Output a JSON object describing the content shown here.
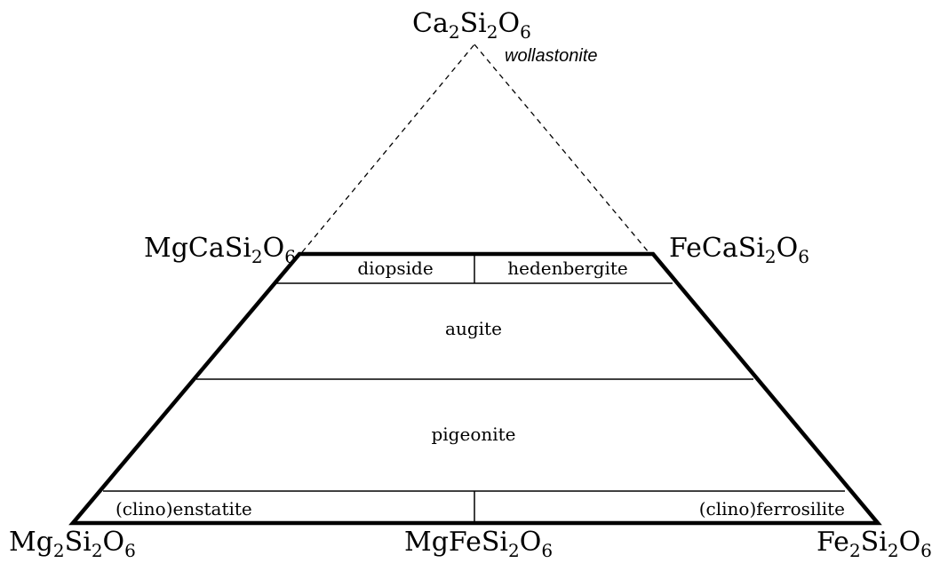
{
  "vertices": {
    "top": {
      "main": "Ca",
      "s1": "2",
      "mid": "Si",
      "s2": "2",
      "end": "O",
      "s3": "6"
    },
    "upper_left": {
      "main": "MgCaSi",
      "s1": "2",
      "end": "O",
      "s2": "6"
    },
    "upper_right": {
      "main": "FeCaSi",
      "s1": "2",
      "end": "O",
      "s2": "6"
    },
    "bottom_left": {
      "main": "Mg",
      "s1": "2",
      "mid": "Si",
      "s2": "2",
      "end": "O",
      "s3": "6"
    },
    "bottom_mid": {
      "main": "MgFeSi",
      "s1": "2",
      "end": "O",
      "s2": "6"
    },
    "bottom_right": {
      "main": "Fe",
      "s1": "2",
      "mid": "Si",
      "s2": "2",
      "end": "O",
      "s3": "6"
    }
  },
  "top_mineral": "wollastonite",
  "fields": {
    "diopside": "diopside",
    "hedenbergite": "hedenbergite",
    "augite": "augite",
    "pigeonite": "pigeonite",
    "clinoenstatite": "(clino)enstatite",
    "clinoferrosilite": "(clino)ferrosilite"
  }
}
